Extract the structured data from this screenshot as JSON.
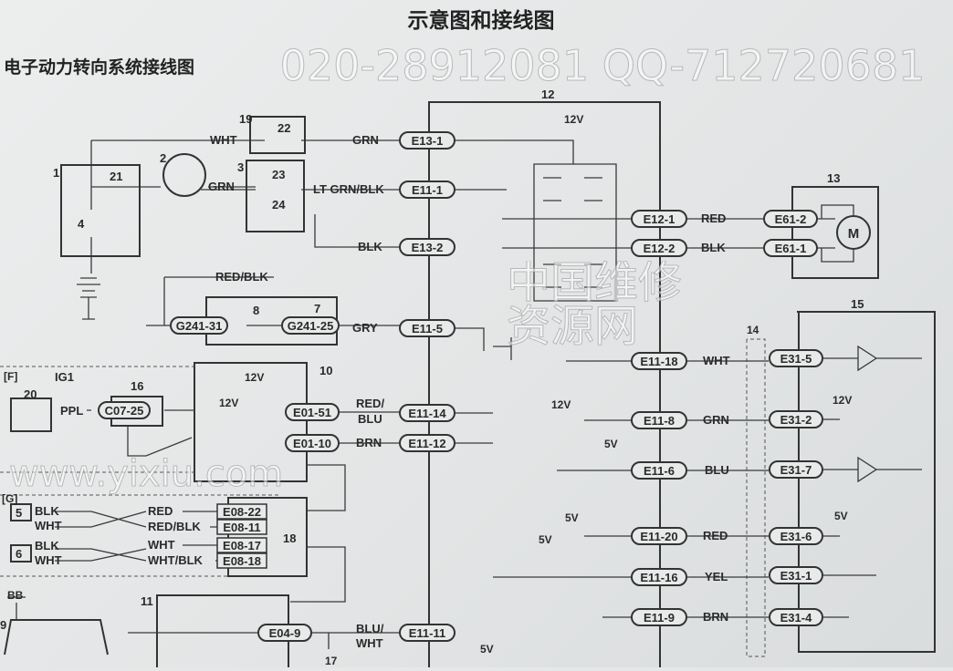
{
  "title": "示意图和接线图",
  "subtitle": "电子动力转向系统接线图",
  "watermarks": [
    "中国维修资源网",
    "www.yixiu.com",
    "020-28912081 QQ-712720681"
  ],
  "components": {
    "c1": "1",
    "c2": "2",
    "c3": "3",
    "c4": "4",
    "c5": "5",
    "c6": "6",
    "c7": "7",
    "c8": "8",
    "c9": "9",
    "c10": "10",
    "c11": "11",
    "c12": "12",
    "c13": "13",
    "c14": "14",
    "c15": "15",
    "c16": "16",
    "c17": "17",
    "c18": "18",
    "c19": "19",
    "c20": "20",
    "c21": "21",
    "c22": "22",
    "c23": "23",
    "c24": "24",
    "motor": "M",
    "bb": "BB",
    "f": "[F]",
    "g": "[G]",
    "ig1": "IG1"
  },
  "connectors": {
    "E13_1": "E13-1",
    "E11_1": "E11-1",
    "E13_2": "E13-2",
    "E11_5": "E11-5",
    "E11_14": "E11-14",
    "E11_12": "E11-12",
    "E11_11": "E11-11",
    "E12_1": "E12-1",
    "E12_2": "E12-2",
    "E11_18": "E11-18",
    "E11_8": "E11-8",
    "E11_6": "E11-6",
    "E11_20": "E11-20",
    "E11_16": "E11-16",
    "E11_9": "E11-9",
    "E61_2": "E61-2",
    "E61_1": "E61-1",
    "E31_5": "E31-5",
    "E31_2": "E31-2",
    "E31_7": "E31-7",
    "E31_6": "E31-6",
    "E31_1": "E31-1",
    "E31_4": "E31-4",
    "G241_31": "G241-31",
    "G241_25": "G241-25",
    "C07_25": "C07-25",
    "E01_51": "E01-51",
    "E01_10": "E01-10",
    "E04_9": "E04-9",
    "E08_22": "E08-22",
    "E08_11": "E08-11",
    "E08_17": "E08-17",
    "E08_18": "E08-18"
  },
  "wires": {
    "w_wht19": "WHT",
    "w_grn_e13": "GRN",
    "w_grn2": "GRN",
    "w_ltgrn": "LT GRN/BLK",
    "w_blk_e13": "BLK",
    "w_redblk": "RED/BLK",
    "w_gry": "GRY",
    "w_redblu1": "RED/",
    "w_redblu2": "BLU",
    "w_brn": "BRN",
    "w_bluwht1": "BLU/",
    "w_bluwht2": "WHT",
    "w_red_motor": "RED",
    "w_blk_motor": "BLK",
    "w_wht": "WHT",
    "w_grn": "GRN",
    "w_blu": "BLU",
    "w_red": "RED",
    "w_yel": "YEL",
    "w_brn2": "BRN",
    "w_ppl": "PPL",
    "s5_blk": "BLK",
    "s5_wht": "WHT",
    "s6_blk": "BLK",
    "s6_wht": "WHT",
    "g_red": "RED",
    "g_redblk": "RED/BLK",
    "g_wht": "WHT",
    "g_whtblk": "WHT/BLK"
  },
  "voltages": {
    "v1": "12V",
    "v2": "12V",
    "v3": "12V",
    "v4": "12V",
    "v5": "12V",
    "v6": "5V",
    "v7": "5V",
    "v8": "5V",
    "v9": "5V",
    "v10": "5V"
  }
}
